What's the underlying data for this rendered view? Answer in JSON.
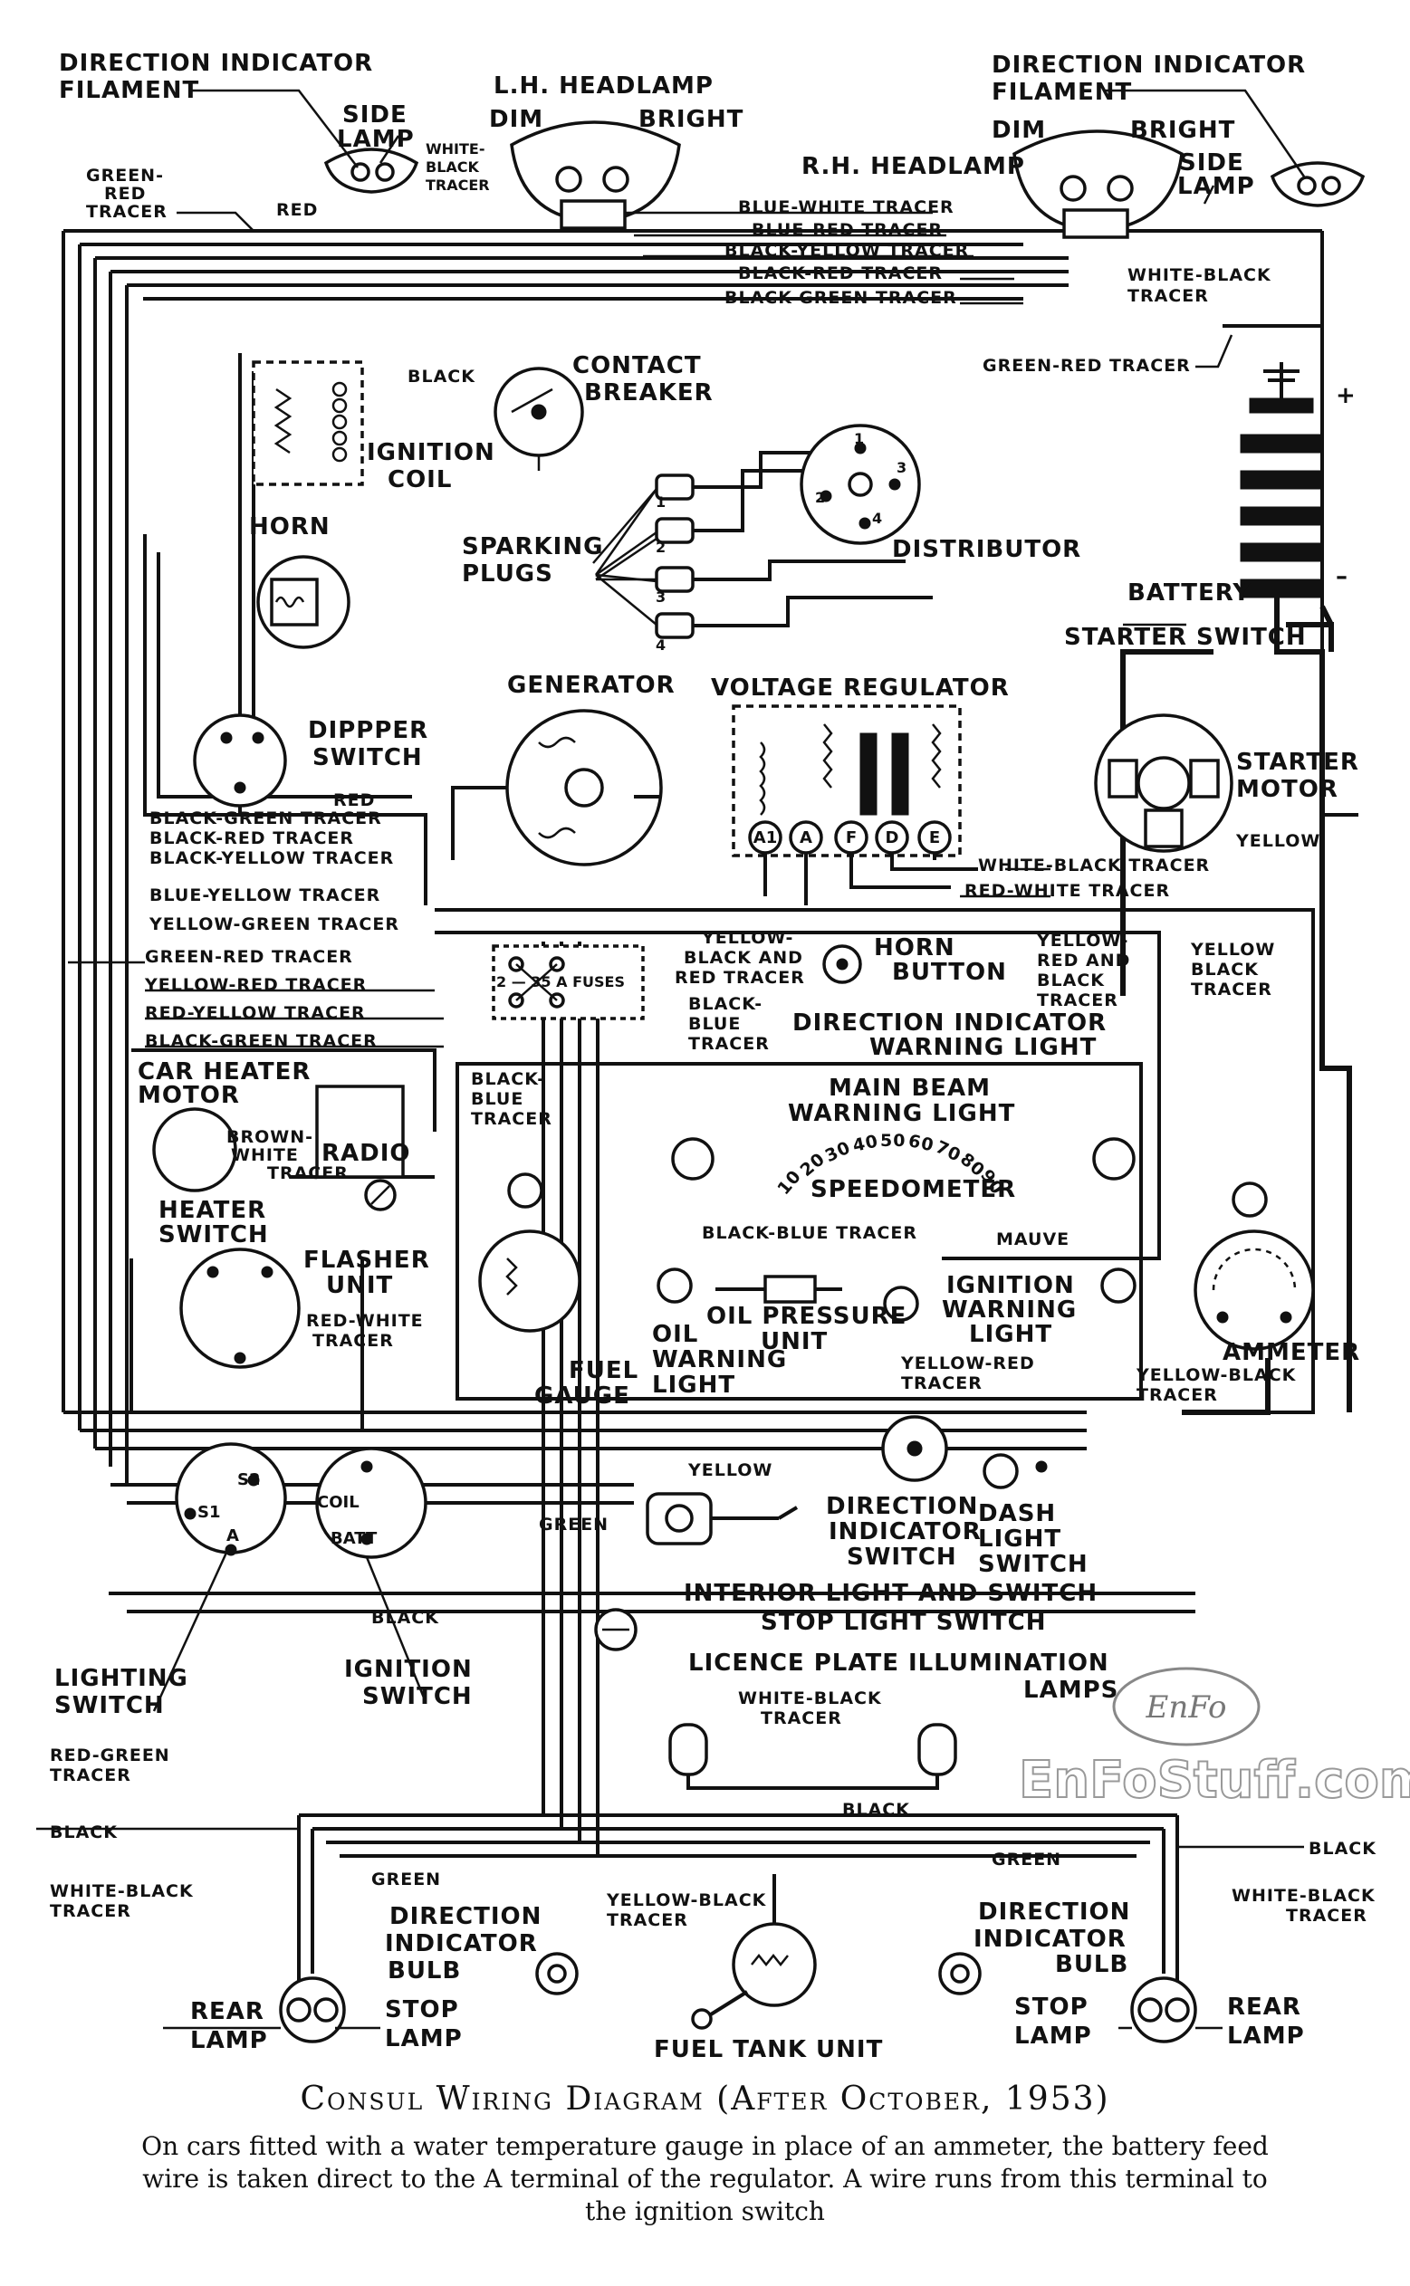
{
  "labels": {
    "dir_ind_filament_left": [
      "DIRECTION INDICATOR",
      "FILAMENT"
    ],
    "side_lamp_left": [
      "SIDE",
      "LAMP"
    ],
    "lh_headlamp": "L.H. HEADLAMP",
    "lh_dim": "DIM",
    "lh_bright": "BRIGHT",
    "white_black_tracer_left": [
      "WHITE-",
      "BLACK",
      "TRACER"
    ],
    "green_red_tracer_top": [
      "GREEN-",
      "RED",
      "TRACER"
    ],
    "red_top": "RED",
    "dir_ind_filament_right": [
      "DIRECTION INDICATOR",
      "FILAMENT"
    ],
    "rh_headlamp": "R.H. HEADLAMP",
    "rh_dim": "DIM",
    "rh_bright": "BRIGHT",
    "side_lamp_right": [
      "SIDE",
      "LAMP"
    ],
    "top_tracers": [
      "BLUE-WHITE TRACER",
      "BLUE-RED TRACER",
      "BLACK-YELLOW TRACER",
      "BLACK-RED TRACER",
      "BLACK-GREEN TRACER"
    ],
    "white_black_tracer_right": [
      "WHITE-BLACK",
      "TRACER"
    ],
    "green_red_tracer_right": "GREEN-RED TRACER",
    "black_coil": "BLACK",
    "contact_breaker": [
      "CONTACT",
      "BREAKER"
    ],
    "ignition_coil": [
      "IGNITION",
      "COIL"
    ],
    "horn": "HORN",
    "sparking_plugs": [
      "SPARKING",
      "PLUGS"
    ],
    "distributor": "DISTRIBUTOR",
    "plug_numbers": [
      "1",
      "2",
      "3",
      "4"
    ],
    "dist_numbers": [
      "1",
      "2",
      "3",
      "4"
    ],
    "battery": "BATTERY",
    "battery_plus": "+",
    "battery_minus": "–",
    "starter_switch": "STARTER SWITCH",
    "generator": "GENERATOR",
    "voltage_regulator": "VOLTAGE REGULATOR",
    "regulator_terminals": [
      "A1",
      "A",
      "F",
      "D",
      "E"
    ],
    "dipper_switch": [
      "DIPPPER",
      "SWITCH"
    ],
    "red_dipper": "RED",
    "starter_motor": [
      "STARTER",
      "MOTOR"
    ],
    "yellow_starter": "YELLOW",
    "left_tracers": [
      "BLACK-GREEN TRACER",
      "BLACK-RED TRACER",
      "BLACK-YELLOW TRACER",
      "BLUE-YELLOW TRACER",
      "YELLOW-GREEN TRACER",
      "GREEN-RED TRACER",
      "YELLOW-RED TRACER",
      "RED-YELLOW TRACER",
      "BLACK-GREEN TRACER"
    ],
    "white_black_tracer_reg": "WHITE-BLACK TRACER",
    "red_white_tracer_reg": "RED-WHITE TRACER",
    "yellow_black_red_tracer": [
      "YELLOW-",
      "BLACK AND",
      "RED TRACER"
    ],
    "horn_button": [
      "HORN",
      "BUTTON"
    ],
    "yellow_red_black_tracer": [
      "YELLOW-",
      "RED AND",
      "BLACK",
      "TRACER"
    ],
    "yellow_black_tracer_right": [
      "YELLOW",
      "BLACK",
      "TRACER"
    ],
    "fuses": "2 — 35 A FUSES",
    "black_blue_tracer_a": [
      "BLACK-",
      "BLUE",
      "TRACER"
    ],
    "dir_ind_warning": [
      "DIRECTION INDICATOR",
      "WARNING LIGHT"
    ],
    "car_heater_motor": [
      "CAR HEATER",
      "MOTOR"
    ],
    "black_blue_tracer_b": [
      "BLACK-",
      "BLUE",
      "TRACER"
    ],
    "brown_white_tracer": [
      "BROWN-",
      "WHITE",
      "TRACER"
    ],
    "radio": "RADIO",
    "main_beam_warning": [
      "MAIN BEAM",
      "WARNING LIGHT"
    ],
    "speedo_numbers": [
      "10",
      "20",
      "30",
      "40",
      "50",
      "60",
      "70",
      "80",
      "90"
    ],
    "speedometer": "SPEEDOMETER",
    "heater_switch": [
      "HEATER",
      "SWITCH"
    ],
    "black_blue_tracer_c": "BLACK-BLUE TRACER",
    "mauve": "MAUVE",
    "flasher_unit": [
      "FLASHER",
      "UNIT"
    ],
    "oil_pressure_unit": [
      "OIL PRESSURE",
      "UNIT"
    ],
    "ignition_warning_light": [
      "IGNITION",
      "WARNING",
      "LIGHT"
    ],
    "red_white_tracer_flasher": [
      "RED-WHITE",
      "TRACER"
    ],
    "oil_warning_light": [
      "OIL",
      "WARNING",
      "LIGHT"
    ],
    "fuel_gauge": [
      "FUEL",
      "GAUGE"
    ],
    "yellow_red_tracer_lower": [
      "YELLOW-RED",
      "TRACER"
    ],
    "ammeter": "AMMETER",
    "yellow_black_tracer_lower": [
      "YELLOW-BLACK",
      "TRACER"
    ],
    "yellow_dir_switch": "YELLOW",
    "dir_ind_switch": [
      "DIRECTION",
      "INDICATOR",
      "SWITCH"
    ],
    "dash_light_switch": [
      "DASH",
      "LIGHT",
      "SWITCH"
    ],
    "green_mid": "GREEN",
    "lighting_switch_terms": [
      "S2",
      "S1",
      "A"
    ],
    "ignition_switch_terms": [
      "COIL",
      "BATT"
    ],
    "interior_light": "INTERIOR LIGHT AND SWITCH",
    "black_mid": "BLACK",
    "stop_light_switch": "STOP LIGHT SWITCH",
    "lighting_switch": [
      "LIGHTING",
      "SWITCH"
    ],
    "ignition_switch": [
      "IGNITION",
      "SWITCH"
    ],
    "licence_plate": [
      "LICENCE PLATE ILLUMINATION",
      "LAMPS"
    ],
    "white_black_tracer_lic": [
      "WHITE-BLACK",
      "TRACER"
    ],
    "red_green_tracer": [
      "RED-GREEN",
      "TRACER"
    ],
    "black_lic": "BLACK",
    "black_left": "BLACK",
    "green_right_low": "GREEN",
    "black_right_low": "BLACK",
    "green_left_low": "GREEN",
    "white_black_tracer_left_low": [
      "WHITE-BLACK",
      "TRACER"
    ],
    "dir_ind_bulb_left": [
      "DIRECTION",
      "INDICATOR",
      "BULB"
    ],
    "yellow_black_tracer_fuel": [
      "YELLOW-BLACK",
      "TRACER"
    ],
    "dir_ind_bulb_right": [
      "DIRECTION",
      "INDICATOR",
      "BULB"
    ],
    "white_black_tracer_right_low": [
      "WHITE-BLACK",
      "TRACER"
    ],
    "rear_lamp_left": [
      "REAR",
      "LAMP"
    ],
    "stop_lamp_left": [
      "STOP",
      "LAMP"
    ],
    "fuel_tank_unit": "FUEL TANK UNIT",
    "stop_lamp_right": [
      "STOP",
      "LAMP"
    ],
    "rear_lamp_right": [
      "REAR",
      "LAMP"
    ]
  },
  "watermark": {
    "oval_text": "EnFo",
    "site": "EnFoStuff.com"
  },
  "caption": {
    "title": "Consul Wiring Diagram (After October, 1953)",
    "note": "On cars fitted with a water temperature gauge in place of an ammeter, the battery feed wire is taken direct to the A terminal of the regulator. A wire runs from this terminal to the ignition switch"
  }
}
